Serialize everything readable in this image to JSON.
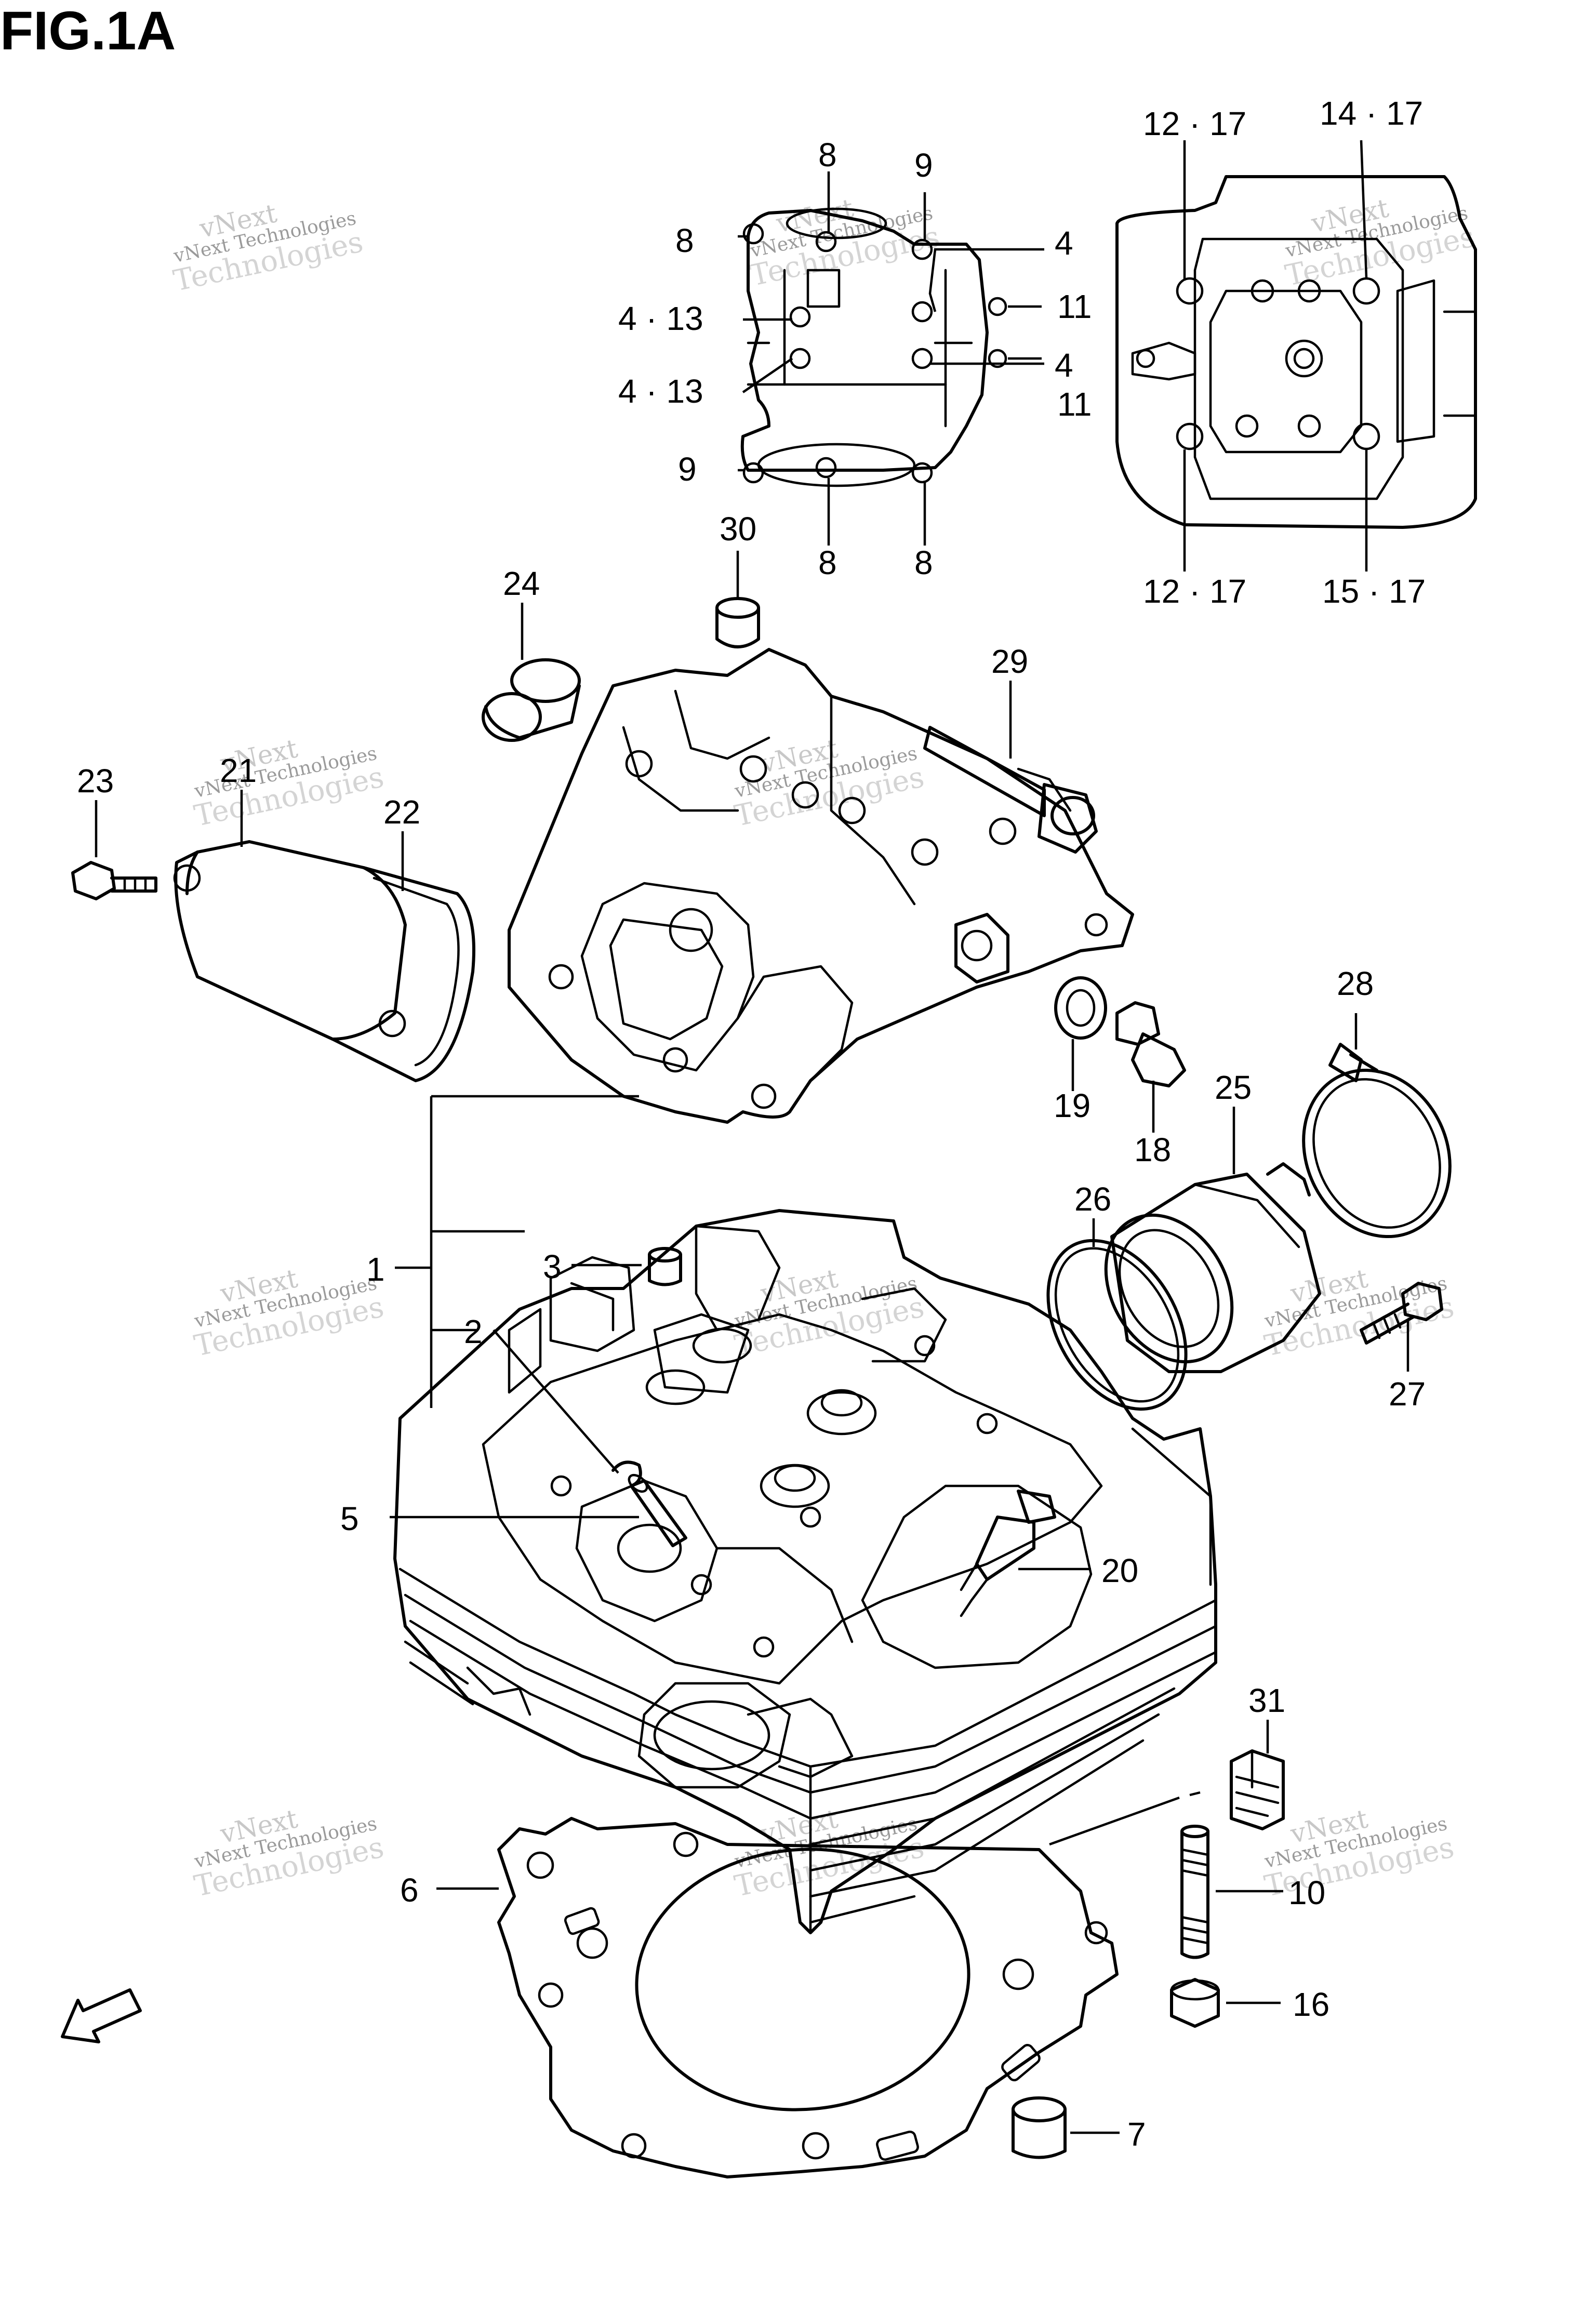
{
  "figure": {
    "title": "FIG.1A"
  },
  "fwd_label": "FWD",
  "watermark": {
    "line1": "vNext",
    "line2": "vNext Technologies",
    "line3": "Technologies"
  },
  "callouts": {
    "c8a": "8",
    "c9a": "9",
    "c8b": "8",
    "c4a": "4",
    "c413a": "4 · 13",
    "c11a": "11",
    "c413b": "4 · 13",
    "c4b": "4",
    "c11b": "11",
    "c9b": "9",
    "c8c": "8",
    "c8d": "8",
    "c1217a": "12 · 17",
    "c1417": "14 · 17",
    "c1217b": "12 · 17",
    "c1517": "15 · 17",
    "c30": "30",
    "c24": "24",
    "c29": "29",
    "c23": "23",
    "c21": "21",
    "c22": "22",
    "c28": "28",
    "c25": "25",
    "c19": "19",
    "c18": "18",
    "c26": "26",
    "c3": "3",
    "c1": "1",
    "c2": "2",
    "c27": "27",
    "c5": "5",
    "c20": "20",
    "c31": "31",
    "c6": "6",
    "c10": "10",
    "c16": "16",
    "c7": "7"
  }
}
